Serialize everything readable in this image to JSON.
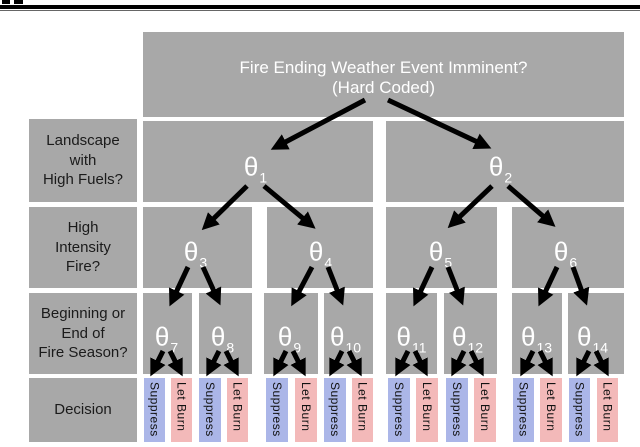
{
  "title": {
    "line1": "Fire Ending Weather Event Imminent?",
    "line2": "(Hard Coded)"
  },
  "row_labels": [
    {
      "lines": [
        "Landscape",
        "with",
        "High Fuels?"
      ]
    },
    {
      "lines": [
        "High",
        "Intensity",
        "Fire?"
      ]
    },
    {
      "lines": [
        "Beginning or",
        "End of",
        "Fire Season?"
      ]
    },
    {
      "lines": [
        "Decision"
      ]
    }
  ],
  "nodes": [
    {
      "base": "θ",
      "sub": "1"
    },
    {
      "base": "θ",
      "sub": "2"
    },
    {
      "base": "θ",
      "sub": "3"
    },
    {
      "base": "θ",
      "sub": "4"
    },
    {
      "base": "θ",
      "sub": "5"
    },
    {
      "base": "θ",
      "sub": "6"
    },
    {
      "base": "θ",
      "sub": "7"
    },
    {
      "base": "θ",
      "sub": "8"
    },
    {
      "base": "θ",
      "sub": "9"
    },
    {
      "base": "θ",
      "sub": "10"
    },
    {
      "base": "θ",
      "sub": "11"
    },
    {
      "base": "θ",
      "sub": "12"
    },
    {
      "base": "θ",
      "sub": "13"
    },
    {
      "base": "θ",
      "sub": "14"
    }
  ],
  "decisions": [
    {
      "label": "Suppress",
      "type": "suppress"
    },
    {
      "label": "Let Burn",
      "type": "letburn"
    },
    {
      "label": "Suppress",
      "type": "suppress"
    },
    {
      "label": "Let Burn",
      "type": "letburn"
    },
    {
      "label": "Suppress",
      "type": "suppress"
    },
    {
      "label": "Let Burn",
      "type": "letburn"
    },
    {
      "label": "Suppress",
      "type": "suppress"
    },
    {
      "label": "Let Burn",
      "type": "letburn"
    },
    {
      "label": "Suppress",
      "type": "suppress"
    },
    {
      "label": "Let Burn",
      "type": "letburn"
    },
    {
      "label": "Suppress",
      "type": "suppress"
    },
    {
      "label": "Let Burn",
      "type": "letburn"
    },
    {
      "label": "Suppress",
      "type": "suppress"
    },
    {
      "label": "Let Burn",
      "type": "letburn"
    },
    {
      "label": "Suppress",
      "type": "suppress"
    },
    {
      "label": "Let Burn",
      "type": "letburn"
    }
  ],
  "colors": {
    "panel_gray": "#a8a8a8",
    "suppress_blue": "#abb6e8",
    "letburn_pink": "#f3b9b9",
    "title_text": "#ffffff",
    "label_text": "#1b1b1b",
    "arrow": "#000000"
  }
}
